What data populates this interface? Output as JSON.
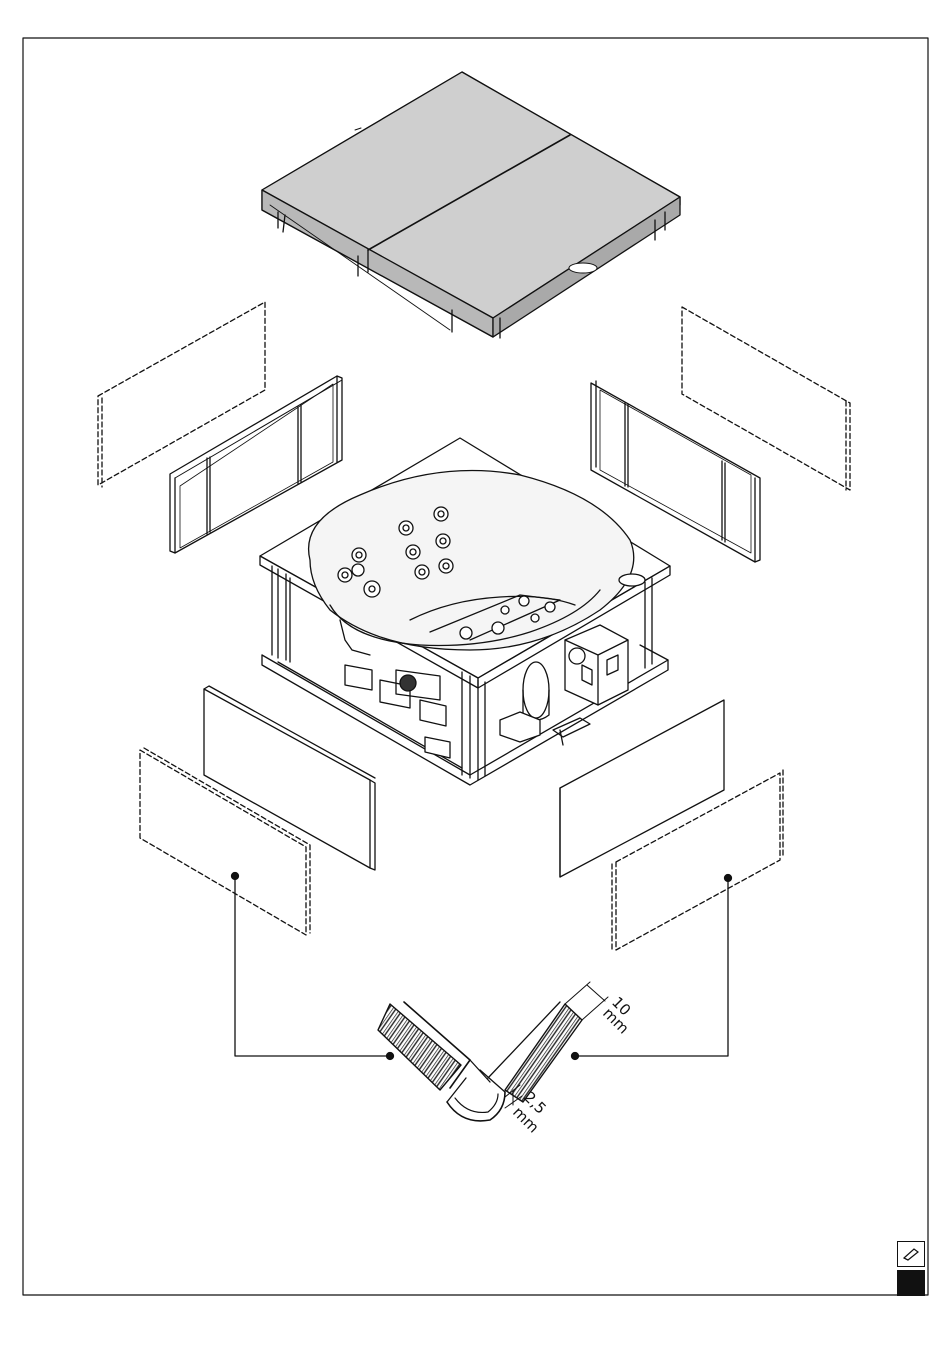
{
  "diagram": {
    "dimensions": {
      "profile_thickness": {
        "value": "10",
        "unit": "mm"
      },
      "profile_wall": {
        "value": "2,5",
        "unit": "mm"
      }
    },
    "tabs": {
      "note_icon": "pencil-icon",
      "marker_color": "#111111"
    },
    "colors": {
      "line": "#111111",
      "cover_fill": "#cfcfcf",
      "panel_fill": "#ffffff",
      "wood_hatch": "#222222"
    }
  }
}
